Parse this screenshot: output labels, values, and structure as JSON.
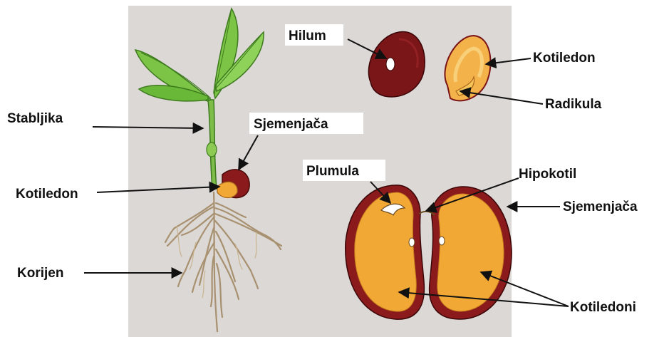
{
  "colors": {
    "panel": "#dcd8d5",
    "leaf": "#7cc446",
    "leaf_dark": "#3d7a1e",
    "stem": "#7fbd4a",
    "root": "#b9a37e",
    "seed_coat": "#7a1518",
    "cotyledon": "#f1a835",
    "cotyledon_light": "#f7c45a",
    "arrow": "#111111"
  },
  "labels": {
    "hilum": "Hilum",
    "kotiledon_top": "Kotiledon",
    "radikula": "Radikula",
    "stabljika": "Stabljika",
    "sjemenjaca_left": "Sjemenjača",
    "kotiledon_left": "Kotiledon",
    "plumula": "Plumula",
    "hipokotil": "Hipokotil",
    "sjemenjaca_right": "Sjemenjača",
    "korijen": "Korijen",
    "kotiledoni": "Kotiledoni"
  },
  "icons": [
    "seedling-illustration",
    "bean-seed-whole",
    "bean-seed-opened",
    "bean-seed-split"
  ]
}
